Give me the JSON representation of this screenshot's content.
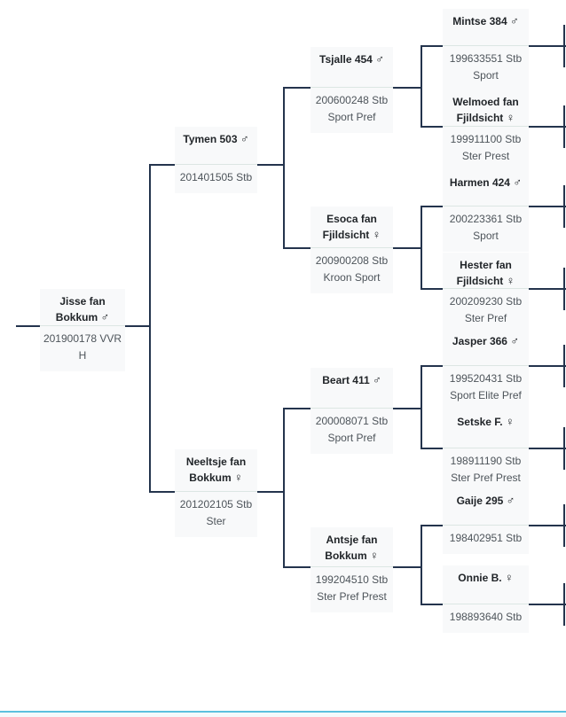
{
  "colors": {
    "connector": "#24344d",
    "box_background": "#f8f9fa",
    "box_divider": "#dce6e3",
    "name_text": "#212529",
    "info_text": "#4d545a",
    "bottom_rule": "#5bc0de"
  },
  "pedigree": {
    "root": {
      "name": "Jisse fan Bokkum",
      "sex": "male",
      "symbol": "♂",
      "info": "201900178 VVR H"
    },
    "g2": [
      {
        "name": "Tymen 503",
        "sex": "male",
        "symbol": "♂",
        "info": "201401505 Stb"
      },
      {
        "name": "Neeltsje fan Bokkum",
        "sex": "female",
        "symbol": "♀",
        "info": "201202105 Stb Ster"
      }
    ],
    "g3": [
      {
        "name": "Tsjalle 454",
        "sex": "male",
        "symbol": "♂",
        "info": "200600248 Stb Sport Pref"
      },
      {
        "name": "Esoca fan Fjildsicht",
        "sex": "female",
        "symbol": "♀",
        "info": "200900208 Stb Kroon Sport"
      },
      {
        "name": "Beart 411",
        "sex": "male",
        "symbol": "♂",
        "info": "200008071 Stb Sport Pref"
      },
      {
        "name": "Antsje fan Bokkum",
        "sex": "female",
        "symbol": "♀",
        "info": "199204510 Stb Ster Pref Prest"
      }
    ],
    "g4": [
      {
        "name": "Mintse 384",
        "sex": "male",
        "symbol": "♂",
        "info": "199633551 Stb Sport"
      },
      {
        "name": "Welmoed fan Fjildsicht",
        "sex": "female",
        "symbol": "♀",
        "info": "199911100 Stb Ster Prest"
      },
      {
        "name": "Harmen 424",
        "sex": "male",
        "symbol": "♂",
        "info": "200223361 Stb Sport"
      },
      {
        "name": "Hester fan Fjildsicht",
        "sex": "female",
        "symbol": "♀",
        "info": "200209230 Stb Ster Pref"
      },
      {
        "name": "Jasper 366",
        "sex": "male",
        "symbol": "♂",
        "info": "199520431 Stb Sport Elite Pref"
      },
      {
        "name": "Setske F.",
        "sex": "female",
        "symbol": "♀",
        "info": "198911190 Stb Ster Pref Prest"
      },
      {
        "name": "Gaije 295",
        "sex": "male",
        "symbol": "♂",
        "info": "198402951 Stb"
      },
      {
        "name": "Onnie B.",
        "sex": "female",
        "symbol": "♀",
        "info": "198893640 Stb"
      }
    ]
  }
}
